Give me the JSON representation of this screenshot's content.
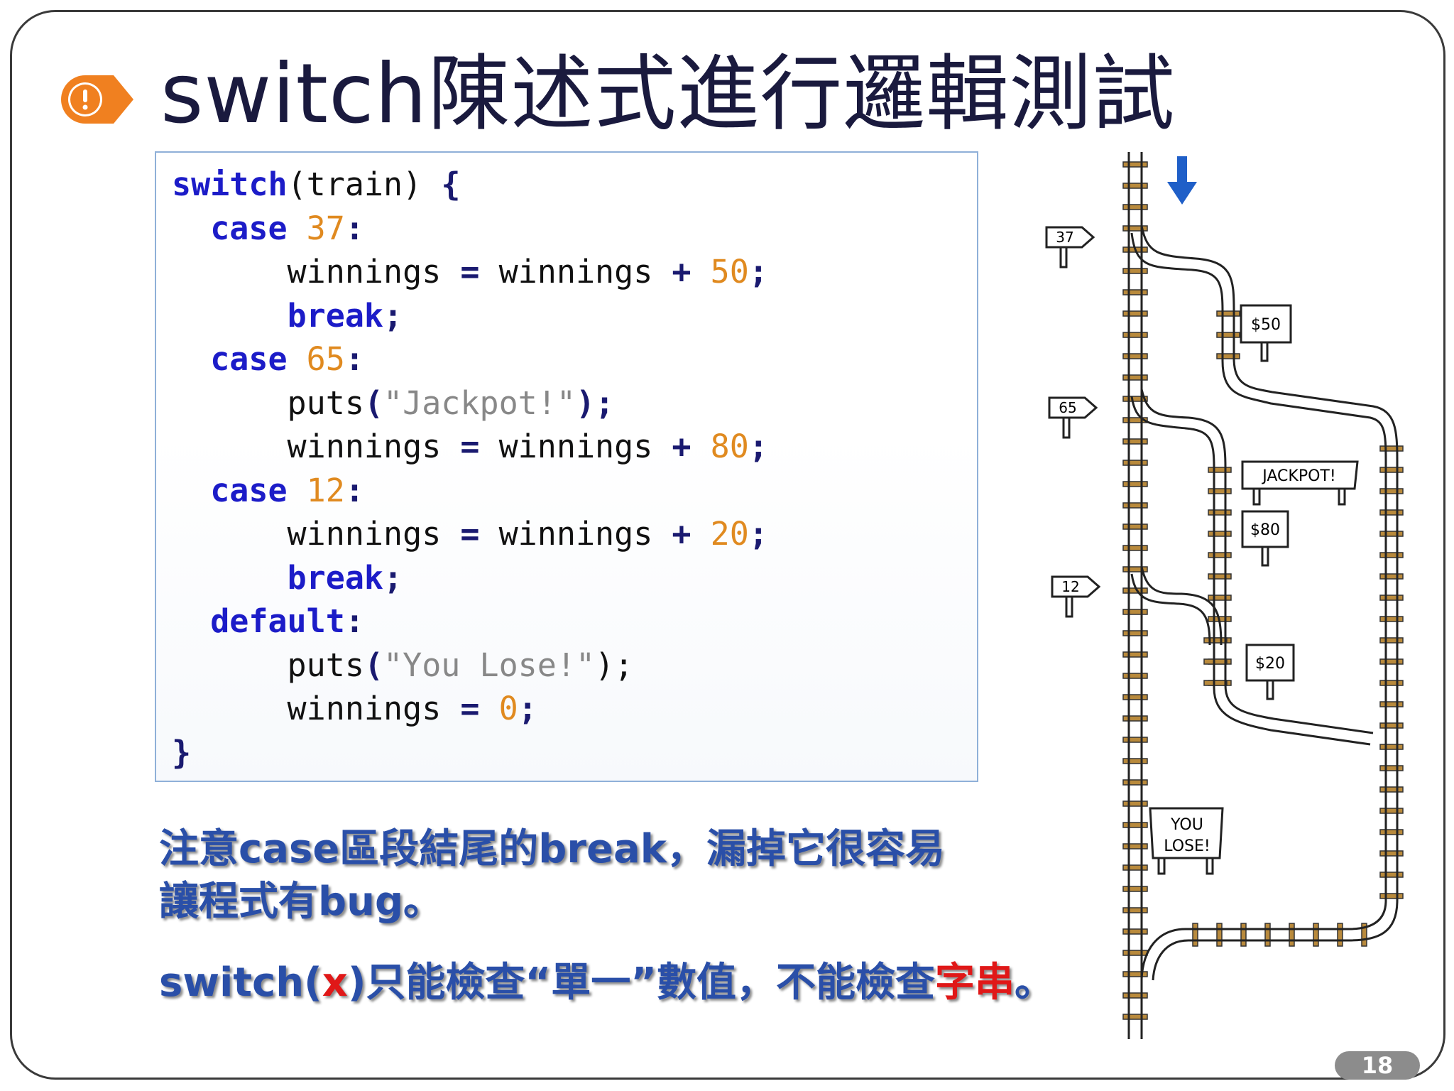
{
  "slide": {
    "title": "switch陳述式進行邏輯測試",
    "page_number": "18"
  },
  "code": {
    "lines": [
      [
        {
          "t": "switch",
          "c": "kw"
        },
        {
          "t": "(train) ",
          "c": "br"
        },
        {
          "t": "{",
          "c": "punct"
        }
      ],
      [
        {
          "t": "  ",
          "c": "br"
        },
        {
          "t": "case",
          "c": "kw"
        },
        {
          "t": " ",
          "c": "br"
        },
        {
          "t": "37",
          "c": "num"
        },
        {
          "t": ":",
          "c": "punct"
        }
      ],
      [
        {
          "t": "      winnings ",
          "c": "br"
        },
        {
          "t": "=",
          "c": "op"
        },
        {
          "t": " winnings ",
          "c": "br"
        },
        {
          "t": "+",
          "c": "op"
        },
        {
          "t": " ",
          "c": "br"
        },
        {
          "t": "50",
          "c": "num"
        },
        {
          "t": ";",
          "c": "punct"
        }
      ],
      [
        {
          "t": "      ",
          "c": "br"
        },
        {
          "t": "break",
          "c": "kw"
        },
        {
          "t": ";",
          "c": "punct"
        }
      ],
      [
        {
          "t": "  ",
          "c": "br"
        },
        {
          "t": "case",
          "c": "kw"
        },
        {
          "t": " ",
          "c": "br"
        },
        {
          "t": "65",
          "c": "num"
        },
        {
          "t": ":",
          "c": "punct"
        }
      ],
      [
        {
          "t": "      puts",
          "c": "br"
        },
        {
          "t": "(",
          "c": "punct"
        },
        {
          "t": "\"Jackpot!\"",
          "c": "str"
        },
        {
          "t": ");",
          "c": "punct"
        }
      ],
      [
        {
          "t": "      winnings ",
          "c": "br"
        },
        {
          "t": "=",
          "c": "op"
        },
        {
          "t": " winnings ",
          "c": "br"
        },
        {
          "t": "+",
          "c": "op"
        },
        {
          "t": " ",
          "c": "br"
        },
        {
          "t": "80",
          "c": "num"
        },
        {
          "t": ";",
          "c": "punct"
        }
      ],
      [
        {
          "t": "  ",
          "c": "br"
        },
        {
          "t": "case",
          "c": "kw"
        },
        {
          "t": " ",
          "c": "br"
        },
        {
          "t": "12",
          "c": "num"
        },
        {
          "t": ":",
          "c": "punct"
        }
      ],
      [
        {
          "t": "      winnings ",
          "c": "br"
        },
        {
          "t": "=",
          "c": "op"
        },
        {
          "t": " winnings ",
          "c": "br"
        },
        {
          "t": "+",
          "c": "op"
        },
        {
          "t": " ",
          "c": "br"
        },
        {
          "t": "20",
          "c": "num"
        },
        {
          "t": ";",
          "c": "punct"
        }
      ],
      [
        {
          "t": "      ",
          "c": "br"
        },
        {
          "t": "break",
          "c": "kw"
        },
        {
          "t": ";",
          "c": "punct"
        }
      ],
      [
        {
          "t": "  ",
          "c": "br"
        },
        {
          "t": "default",
          "c": "kw"
        },
        {
          "t": ":",
          "c": "punct"
        }
      ],
      [
        {
          "t": "      puts",
          "c": "br"
        },
        {
          "t": "(",
          "c": "punct"
        },
        {
          "t": "\"You Lose!\"",
          "c": "str"
        },
        {
          "t": ");",
          "c": "br"
        }
      ],
      [
        {
          "t": "      winnings ",
          "c": "br"
        },
        {
          "t": "=",
          "c": "op"
        },
        {
          "t": " ",
          "c": "br"
        },
        {
          "t": "0",
          "c": "num"
        },
        {
          "t": ";",
          "c": "punct"
        }
      ],
      [
        {
          "t": "}",
          "c": "punct"
        }
      ]
    ]
  },
  "notes": {
    "note1_line1": "注意case區段結尾的break，漏掉它很容易",
    "note1_line2": "讓程式有bug。",
    "note2_a": "switch(",
    "note2_x": "x",
    "note2_b": ")只能檢查“單一”數值，不能檢查",
    "note2_red": "字串",
    "note2_end": "。"
  },
  "figure": {
    "signs_left": [
      "37",
      "65",
      "12"
    ],
    "signs_right": [
      "$50",
      "JACKPOT!",
      "$80",
      "$20"
    ],
    "lose_sign_line1": "YOU",
    "lose_sign_line2": "LOSE!",
    "arrow_color": "#1f5fc8",
    "rail_color": "#222222",
    "tie_color": "#b98a3c"
  },
  "colors": {
    "keyword": "#1c1cc8",
    "number": "#e08a20",
    "string": "#888888",
    "note_text": "#2a4fa8",
    "highlight_red": "#e01818",
    "icon_orange": "#f08020"
  }
}
